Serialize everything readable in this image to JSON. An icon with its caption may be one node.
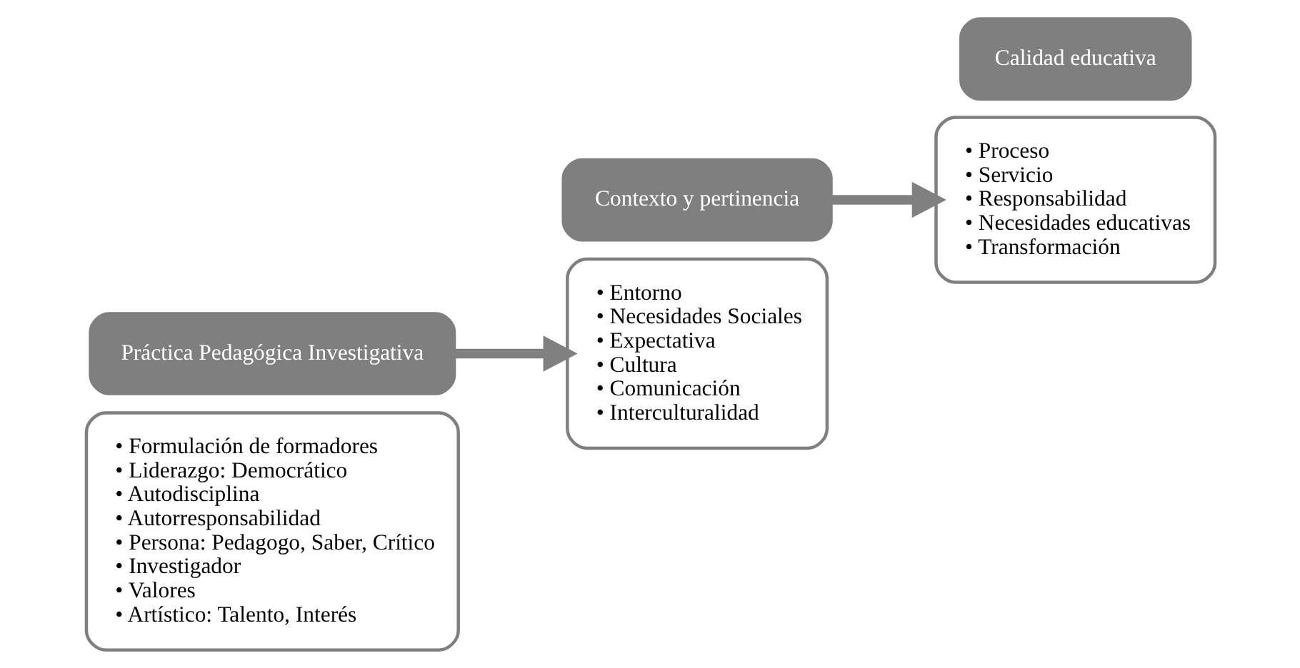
{
  "diagram": {
    "nodes": [
      {
        "text": [
          "• Formulación de formadores",
          "• Liderazgo: Democrático",
          "• Autodisciplina",
          "• Autorresponsabilidad",
          "• Persona: Pedagogo, Saber, Crítico",
          "• Investigador",
          "• Valores",
          "• Artístico: Talento, Interés"
        ]
      },
      {
        "text": [
          "Práctica Pedagógica Investigativa"
        ]
      },
      {
        "text": [
          "• Entorno",
          "• Necesidades Sociales",
          "• Expectativa",
          "• Cultura",
          "• Comunicación",
          "• Interculturalidad"
        ]
      },
      {
        "text": [
          "Contexto y pertinencia"
        ]
      },
      {
        "text": [
          "• Proceso",
          "• Servicio",
          "• Responsabilidad",
          "• Necesidades educativas",
          "• Transformación"
        ]
      },
      {
        "text": [
          "Calidad educativa"
        ]
      }
    ],
    "edges": [
      {
        "from": 1,
        "to": 2,
        "arrow": "to"
      },
      {
        "from": 3,
        "to": 4,
        "arrow": "to"
      }
    ]
  }
}
